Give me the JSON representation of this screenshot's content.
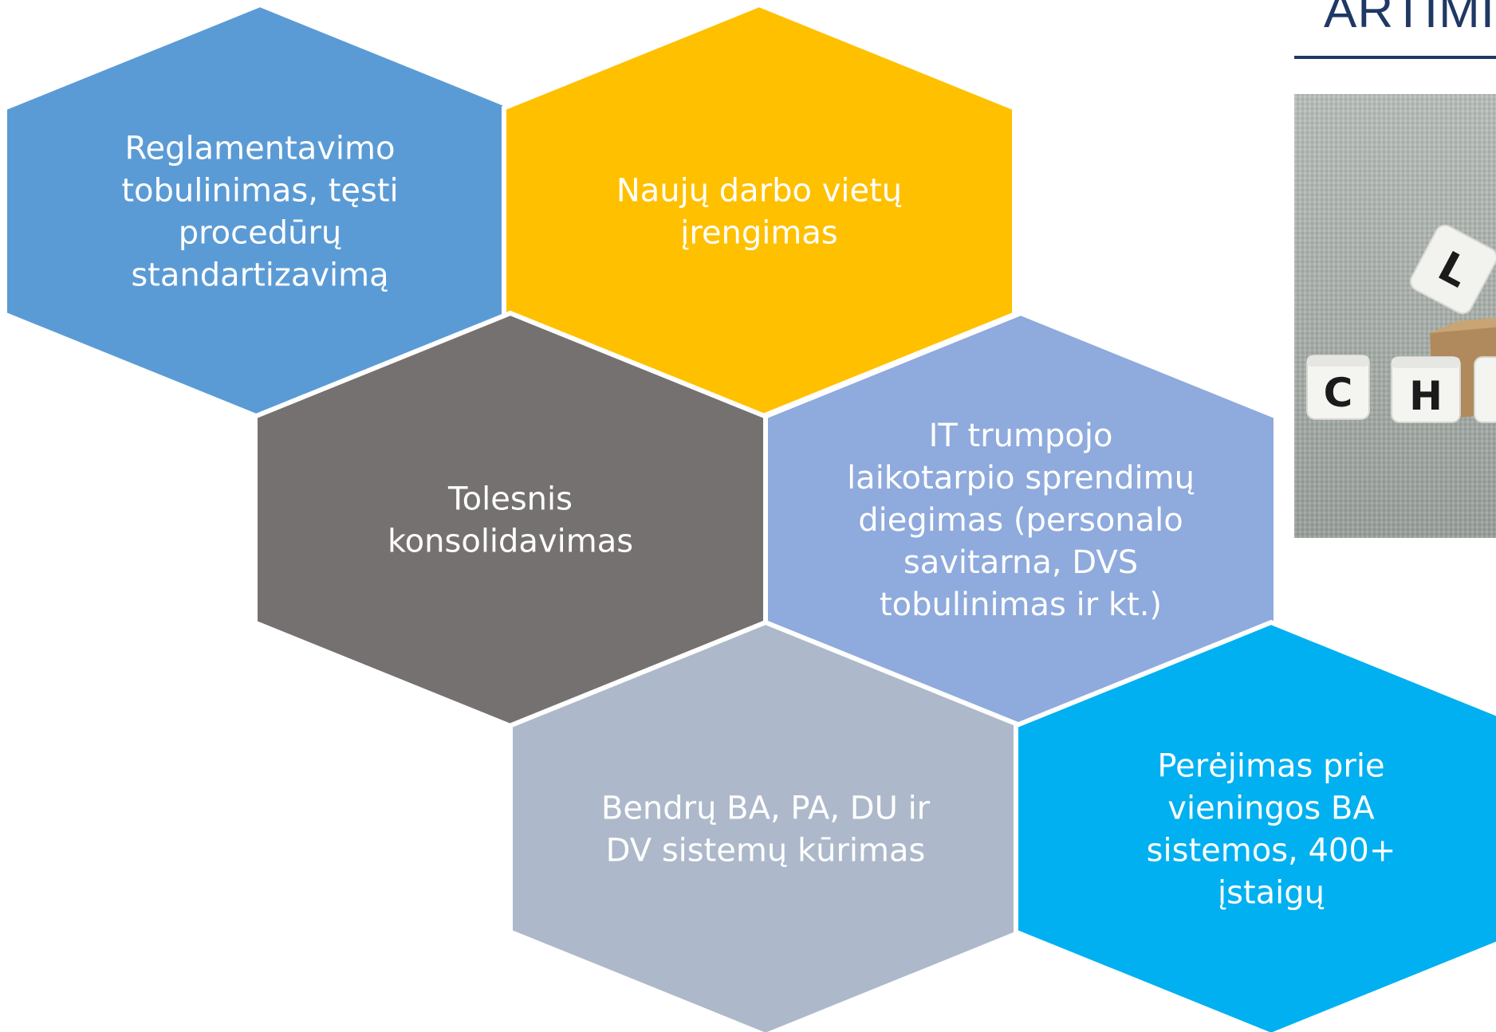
{
  "heading": "ARTIMI",
  "hexagons": [
    {
      "lines": [
        "Reglamentavimo",
        "tobulinimas, tęsti",
        "procedūrų",
        "standartizavimą"
      ],
      "color": "#5b9bd5"
    },
    {
      "lines": [
        "Naujų darbo vietų",
        "įrengimas"
      ],
      "color": "#ffc000"
    },
    {
      "lines": [
        "Tolesnis",
        "konsolidavimas"
      ],
      "color": "#767171"
    },
    {
      "lines": [
        "IT trumpojo",
        "laikotarpio sprendimų",
        "diegimas  (personalo",
        "savitarna, DVS",
        "tobulinimas ir kt.)"
      ],
      "color": "#8faadc"
    },
    {
      "lines": [
        "Bendrų BA, PA, DU ir",
        "DV sistemų kūrimas"
      ],
      "color": "#adb9ca"
    },
    {
      "lines": [
        "Perėjimas prie",
        "vieningos BA",
        "sistemos, 400+",
        "įstaigų"
      ],
      "color": "#00b0f0"
    }
  ],
  "photo": {
    "description_icon": "letter-cubes-photo",
    "cube_letters": [
      "L",
      "C",
      "H"
    ]
  }
}
